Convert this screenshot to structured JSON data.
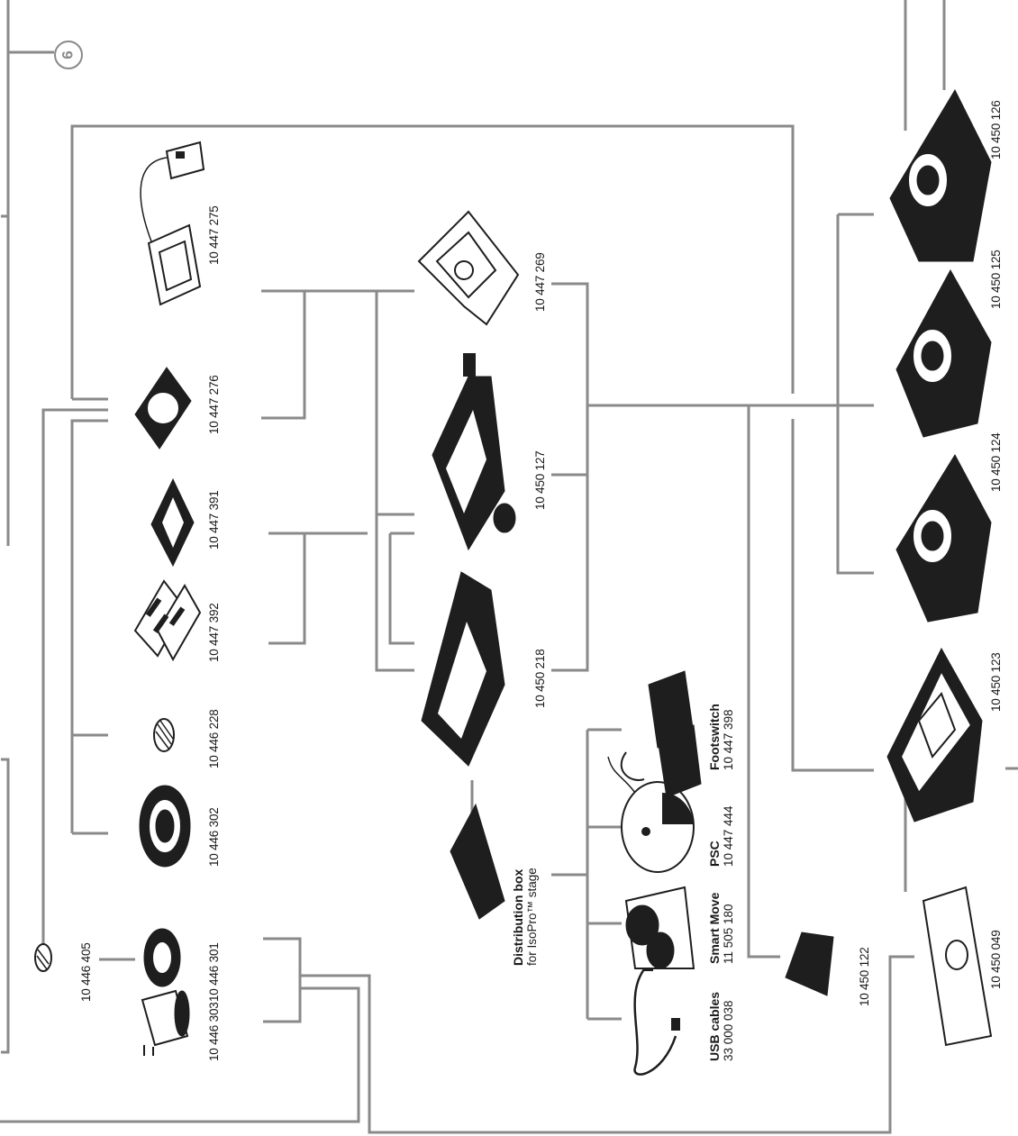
{
  "marker": "6",
  "labels": {
    "p10447275": "10 447 275",
    "p10447276": "10 447 276",
    "p10447391": "10 447 391",
    "p10447392": "10 447 392",
    "p10446228": "10 446 228",
    "p10446302": "10 446 302",
    "p10446405": "10 446 405",
    "p10446301": "10 446 301",
    "p10446303": "10 446 303",
    "p10447269": "10 447 269",
    "p10450127": "10 450 127",
    "p10450218": "10 450 218",
    "p10450126": "10 450 126",
    "p10450125": "10 450 125",
    "p10450124": "10 450 124",
    "p10450123": "10 450 123",
    "p10450122": "10 450 122",
    "p10450049": "10 450 049"
  },
  "accessories": {
    "distribution_box": {
      "title": "Distribution box",
      "subtitle": "for IsoPro™ stage"
    },
    "usb_cables": {
      "title": "USB cables",
      "number": "33 000 038"
    },
    "smart_move": {
      "title": "Smart Move",
      "number": "11 505 180"
    },
    "psc": {
      "title": "PSC",
      "number": "10 447 444"
    },
    "footswitch": {
      "title": "Footswitch",
      "number": "10 447 398"
    }
  },
  "colors": {
    "line": "#8a8a8a",
    "part": "#1e1e1e"
  }
}
